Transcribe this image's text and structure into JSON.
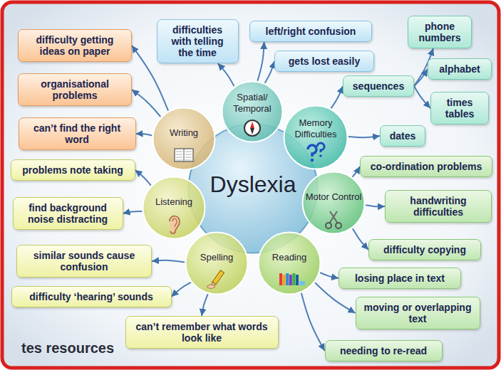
{
  "diagram": {
    "nodes": [
      {
        "text": [
          "Dyslexia"
        ]
      },
      {
        "text": [
          "Spatial/ Temporal"
        ]
      },
      {
        "text": [
          "Memory Difficulties"
        ]
      },
      {
        "text": [
          "Motor Control"
        ]
      },
      {
        "text": [
          "Reading"
        ]
      },
      {
        "text": [
          "Spelling"
        ]
      },
      {
        "text": [
          "Listening"
        ]
      },
      {
        "text": [
          "Writing"
        ]
      },
      {
        "text": [
          "difficulty getting ideas on paper"
        ]
      },
      {
        "text": [
          "organisational problems"
        ]
      },
      {
        "text": [
          "can’t find the right word"
        ]
      },
      {
        "text": [
          "difficulties with telling the time"
        ]
      },
      {
        "text": [
          "left/right confusion"
        ]
      },
      {
        "text": [
          "gets lost easily"
        ]
      },
      {
        "text": [
          "sequences"
        ]
      },
      {
        "text": [
          "phone numbers"
        ]
      },
      {
        "text": [
          "alphabet"
        ]
      },
      {
        "text": [
          "times tables"
        ]
      },
      {
        "text": [
          "dates"
        ]
      },
      {
        "text": [
          "co-ordination problems"
        ]
      },
      {
        "text": [
          "handwriting difficulties"
        ]
      },
      {
        "text": [
          "difficulty copying"
        ]
      },
      {
        "text": [
          "losing place in text"
        ]
      },
      {
        "text": [
          "moving or overlapping text"
        ]
      },
      {
        "text": [
          "needing to re-read"
        ]
      },
      {
        "text": [
          "similar sounds cause confusion"
        ]
      },
      {
        "text": [
          "difficulty ‘hearing’ sounds"
        ]
      },
      {
        "text": [
          "can’t remember what words look like"
        ]
      },
      {
        "text": [
          "problems note taking"
        ]
      },
      {
        "text": [
          "find background noise distracting"
        ]
      }
    ],
    "edges": [
      {
        "from": 7,
        "to": 8,
        "arrow": "to"
      },
      {
        "from": 7,
        "to": 9,
        "arrow": "to"
      },
      {
        "from": 7,
        "to": 10,
        "arrow": "to"
      },
      {
        "from": 1,
        "to": 11,
        "arrow": "to"
      },
      {
        "from": 1,
        "to": 12,
        "arrow": "to"
      },
      {
        "from": 1,
        "to": 13,
        "arrow": "to"
      },
      {
        "from": 2,
        "to": 14,
        "arrow": "to"
      },
      {
        "from": 14,
        "to": 15,
        "arrow": "to"
      },
      {
        "from": 14,
        "to": 16,
        "arrow": "to"
      },
      {
        "from": 14,
        "to": 17,
        "arrow": "to"
      },
      {
        "from": 2,
        "to": 18,
        "arrow": "to"
      },
      {
        "from": 3,
        "to": 19,
        "arrow": "to"
      },
      {
        "from": 3,
        "to": 20,
        "arrow": "to"
      },
      {
        "from": 3,
        "to": 21,
        "arrow": "to"
      },
      {
        "from": 4,
        "to": 22,
        "arrow": "to"
      },
      {
        "from": 4,
        "to": 23,
        "arrow": "to"
      },
      {
        "from": 4,
        "to": 24,
        "arrow": "to"
      },
      {
        "from": 5,
        "to": 25,
        "arrow": "to"
      },
      {
        "from": 5,
        "to": 26,
        "arrow": "to"
      },
      {
        "from": 5,
        "to": 27,
        "arrow": "to"
      },
      {
        "from": 6,
        "to": 28,
        "arrow": "to"
      },
      {
        "from": 6,
        "to": 29,
        "arrow": "to"
      }
    ],
    "labels": [
      "tes resources"
    ]
  }
}
